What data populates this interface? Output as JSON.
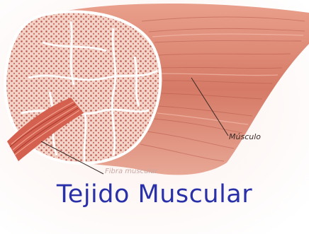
{
  "labels": {
    "muscle": "Músculo",
    "fibers": "Fibra muscular"
  },
  "title": "Tejido Muscular",
  "colors": {
    "muscle_red": "#d9836f",
    "cross_section": "#f1c9bb",
    "dots": "#b9524a",
    "title_blue": "#2a31a8"
  }
}
